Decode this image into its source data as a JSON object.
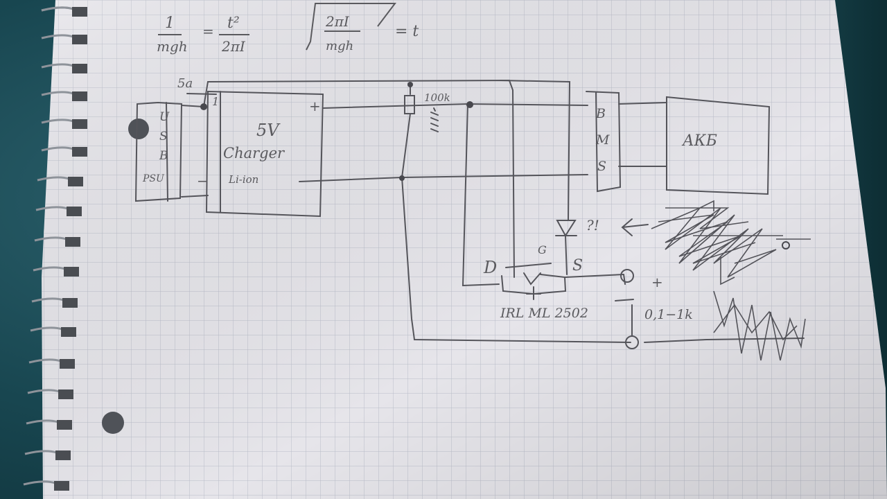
{
  "formula": {
    "lhs_num": "1",
    "lhs_den": "mgh",
    "eq": "=",
    "rhs_num": "t²",
    "rhs_den": "2πI",
    "root_num": "2πI",
    "root_den": "mgh",
    "root_rhs": "= t"
  },
  "psu": {
    "labels": [
      "U",
      "S",
      "B",
      "PSU"
    ]
  },
  "charger": {
    "label_top": "5a",
    "pin_plus": "+",
    "pin_minus": "−",
    "pin_one": "1",
    "line1": "5V",
    "line2": "Charger",
    "line3": "Li-ion"
  },
  "resistor": {
    "label": "100k"
  },
  "bms": {
    "labels": [
      "B",
      "M",
      "S"
    ]
  },
  "battery": {
    "label": "АКБ"
  },
  "mosfet": {
    "label": "IRL ML 2502",
    "d_label": "D",
    "g_label": "G",
    "s_label": "S"
  },
  "diode_note": "?!",
  "led_label": "+",
  "pot_label": "0,1−1k",
  "colors": {
    "paper": "#e7e6ea",
    "grid": "#b8bcc8",
    "pencil": "#55555b",
    "desk": "#1f4a55"
  }
}
